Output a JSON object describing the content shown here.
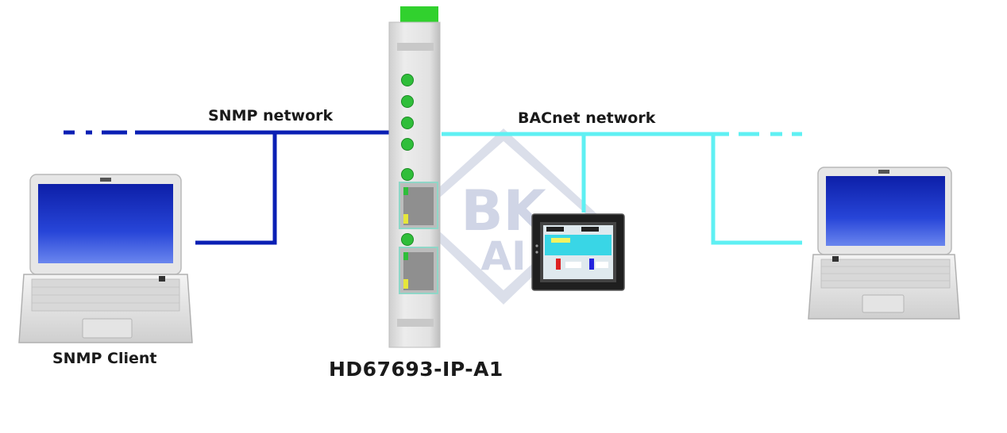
{
  "labels": {
    "snmp_network": "SNMP network",
    "bacnet_network": "BACnet network",
    "snmp_client": "SNMP Client",
    "device_model": "HD67693-IP-A1"
  },
  "colors": {
    "snmp_line": "#0a1fb4",
    "bacnet_line": "#5ff0f3",
    "led_green": "#2fbe3a",
    "connector_green": "#31d12e",
    "laptop_screen": "#1f33c8",
    "din_module": "#e4e4e4"
  },
  "watermark": {
    "text_top": "BK",
    "text_bottom": "AI"
  }
}
